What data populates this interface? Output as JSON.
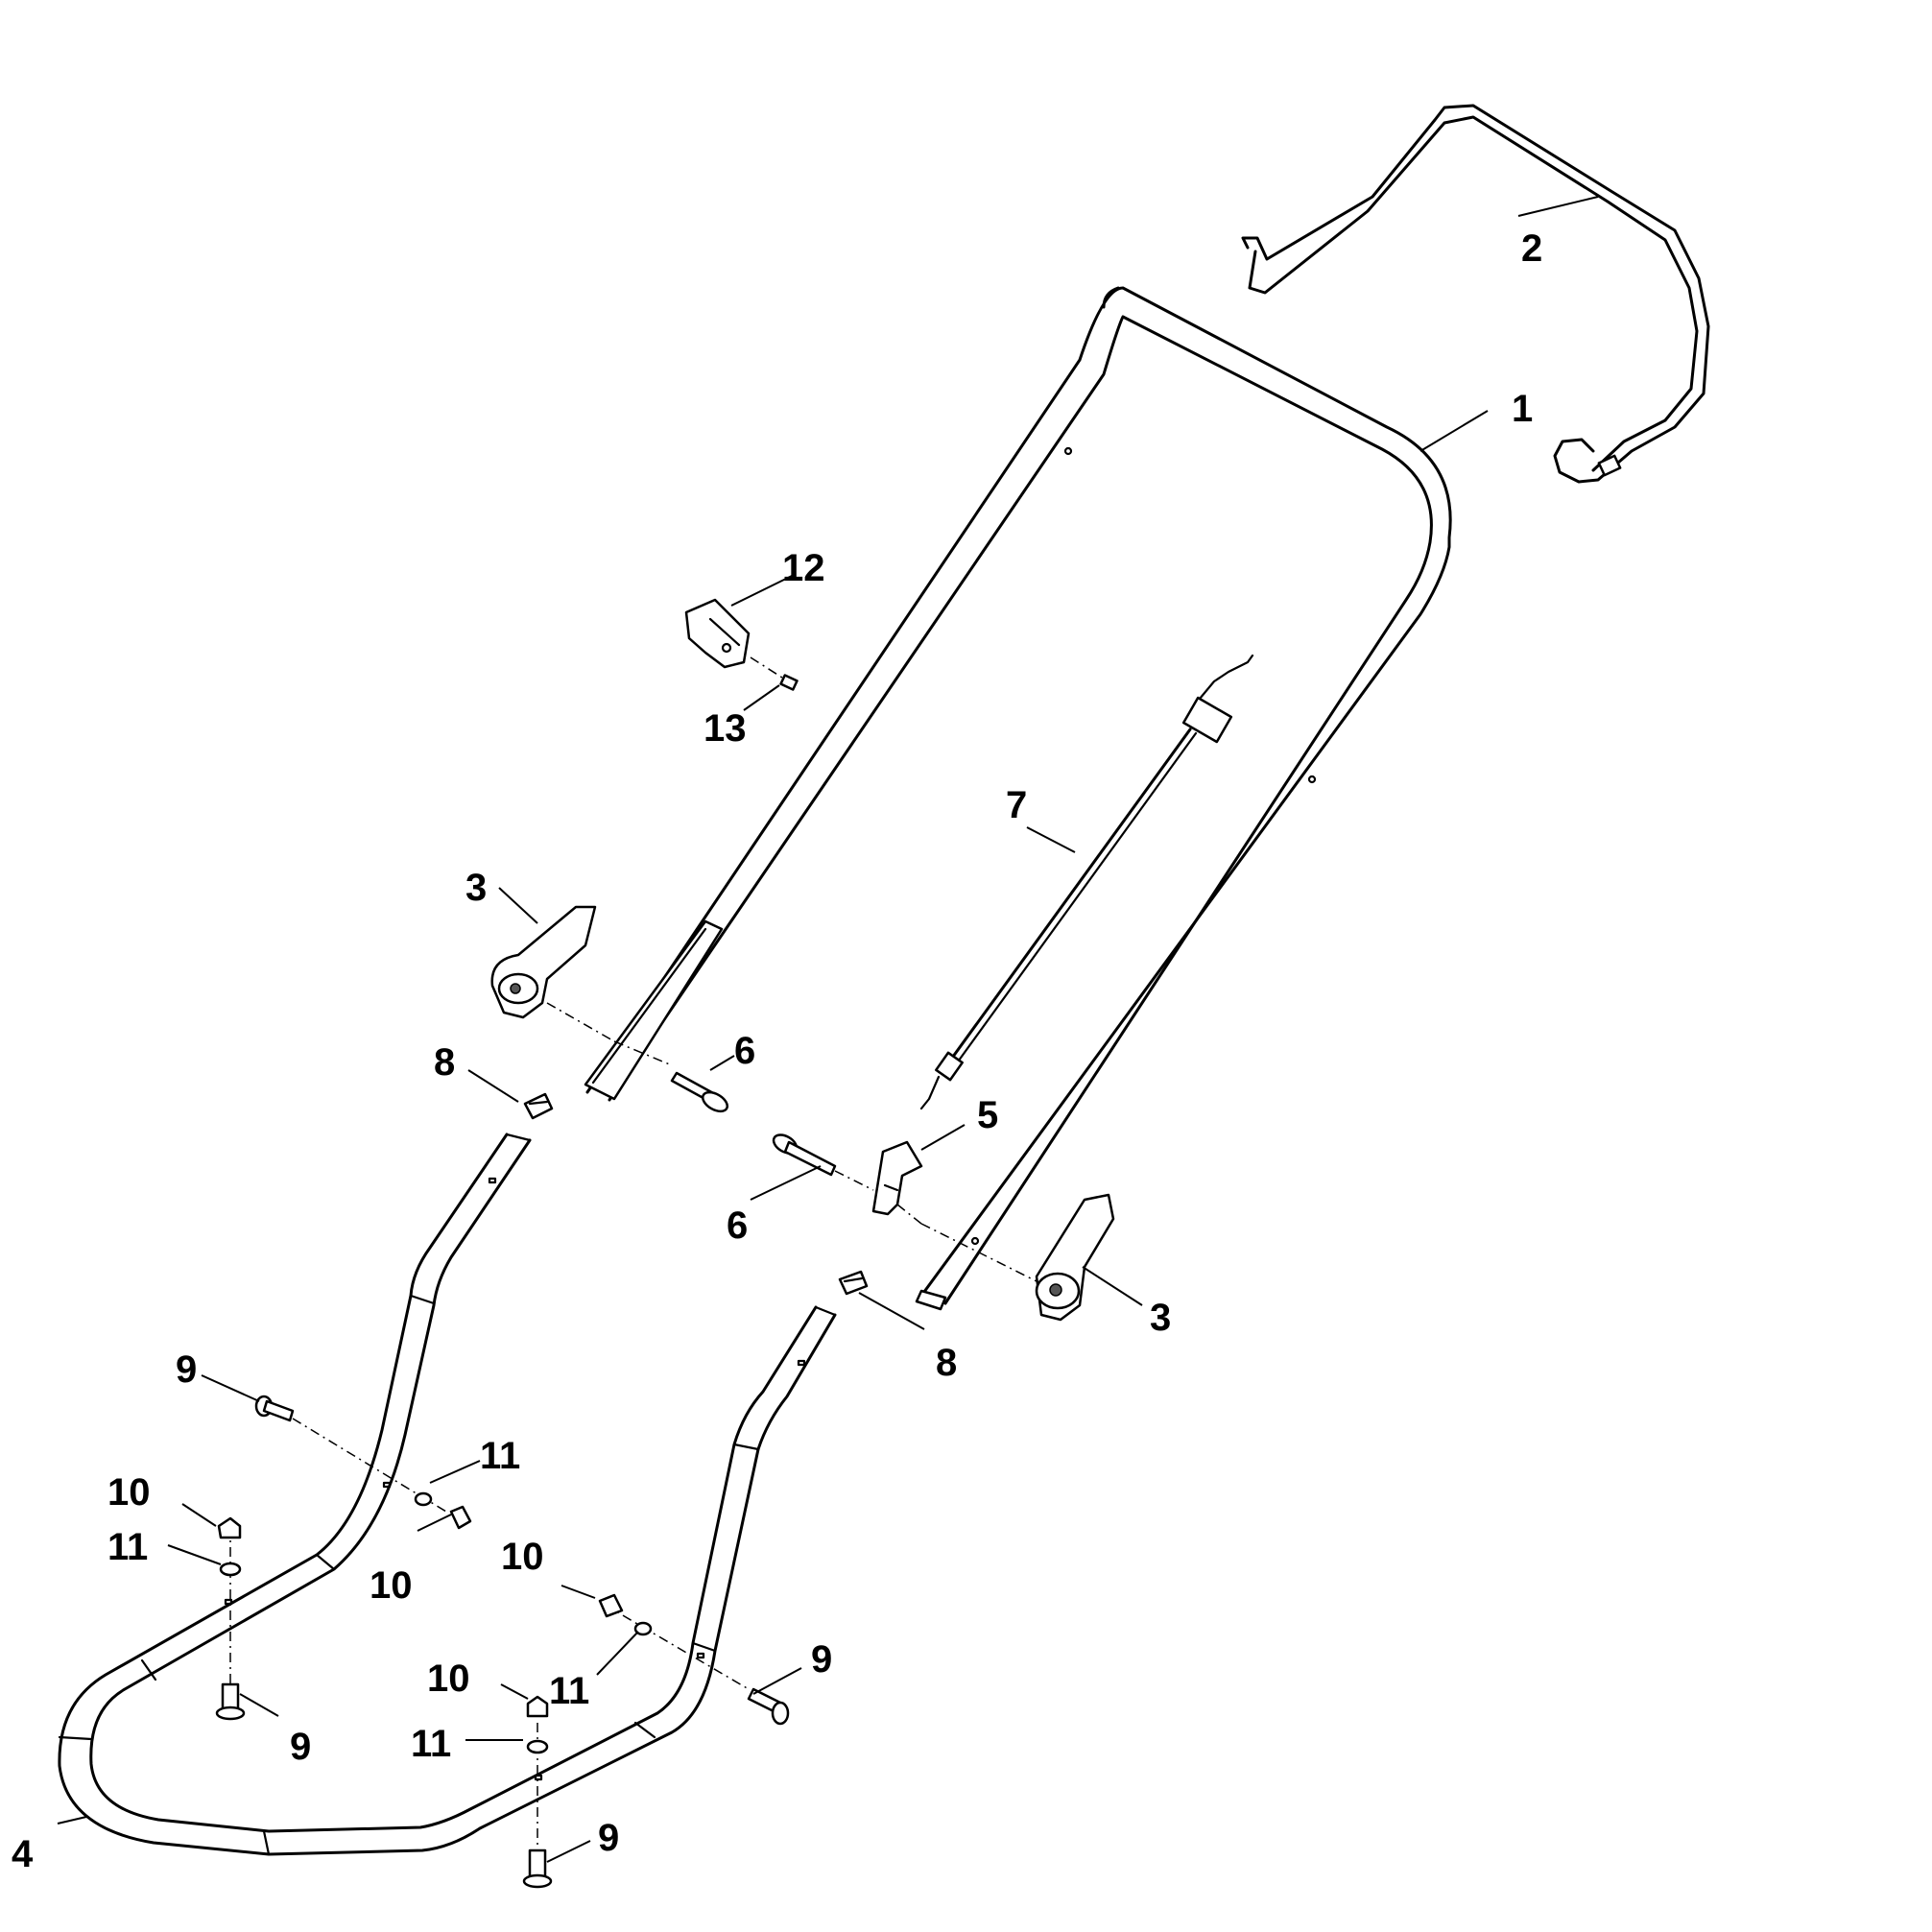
{
  "callouts": [
    {
      "id": "c1",
      "text": "1"
    },
    {
      "id": "c2",
      "text": "2"
    },
    {
      "id": "c3a",
      "text": "3"
    },
    {
      "id": "c3b",
      "text": "3"
    },
    {
      "id": "c4",
      "text": "4"
    },
    {
      "id": "c5",
      "text": "5"
    },
    {
      "id": "c6a",
      "text": "6"
    },
    {
      "id": "c6b",
      "text": "6"
    },
    {
      "id": "c7",
      "text": "7"
    },
    {
      "id": "c8a",
      "text": "8"
    },
    {
      "id": "c8b",
      "text": "8"
    },
    {
      "id": "c9a",
      "text": "9"
    },
    {
      "id": "c9b",
      "text": "9"
    },
    {
      "id": "c9c",
      "text": "9"
    },
    {
      "id": "c9d",
      "text": "9"
    },
    {
      "id": "c10a",
      "text": "10"
    },
    {
      "id": "c10b",
      "text": "10"
    },
    {
      "id": "c10c",
      "text": "10"
    },
    {
      "id": "c10d",
      "text": "10"
    },
    {
      "id": "c11a",
      "text": "11"
    },
    {
      "id": "c11b",
      "text": "11"
    },
    {
      "id": "c11c",
      "text": "11"
    },
    {
      "id": "c11d",
      "text": "11"
    },
    {
      "id": "c12",
      "text": "12"
    },
    {
      "id": "c13",
      "text": "13"
    }
  ]
}
